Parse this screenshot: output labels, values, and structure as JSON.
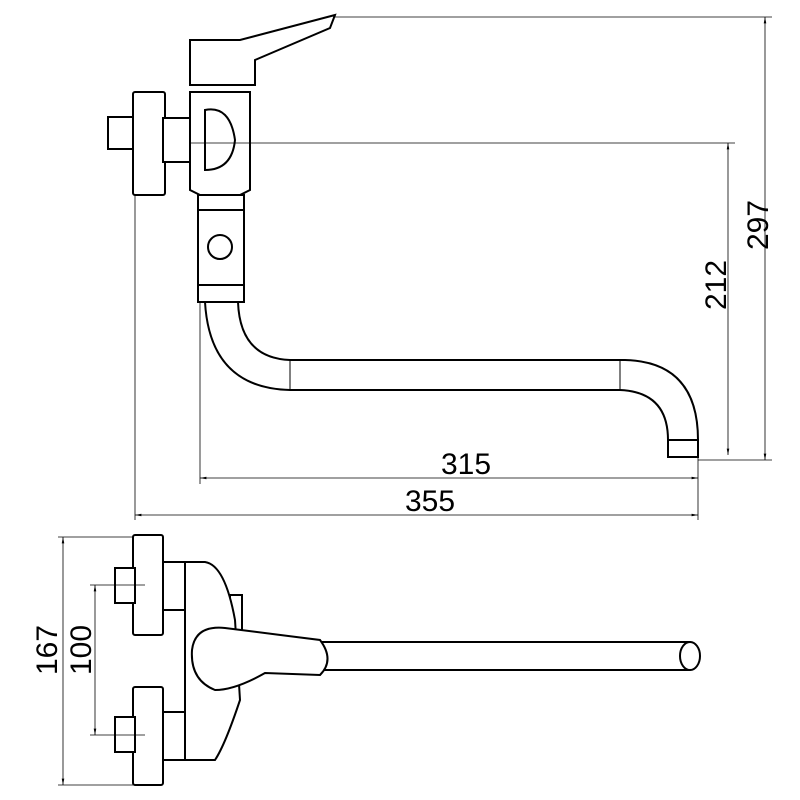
{
  "drawing": {
    "dimensions": {
      "total_height": "297",
      "spout_height": "212",
      "spout_reach": "315",
      "total_reach": "355",
      "flange_span": "167",
      "center_distance": "100"
    }
  }
}
